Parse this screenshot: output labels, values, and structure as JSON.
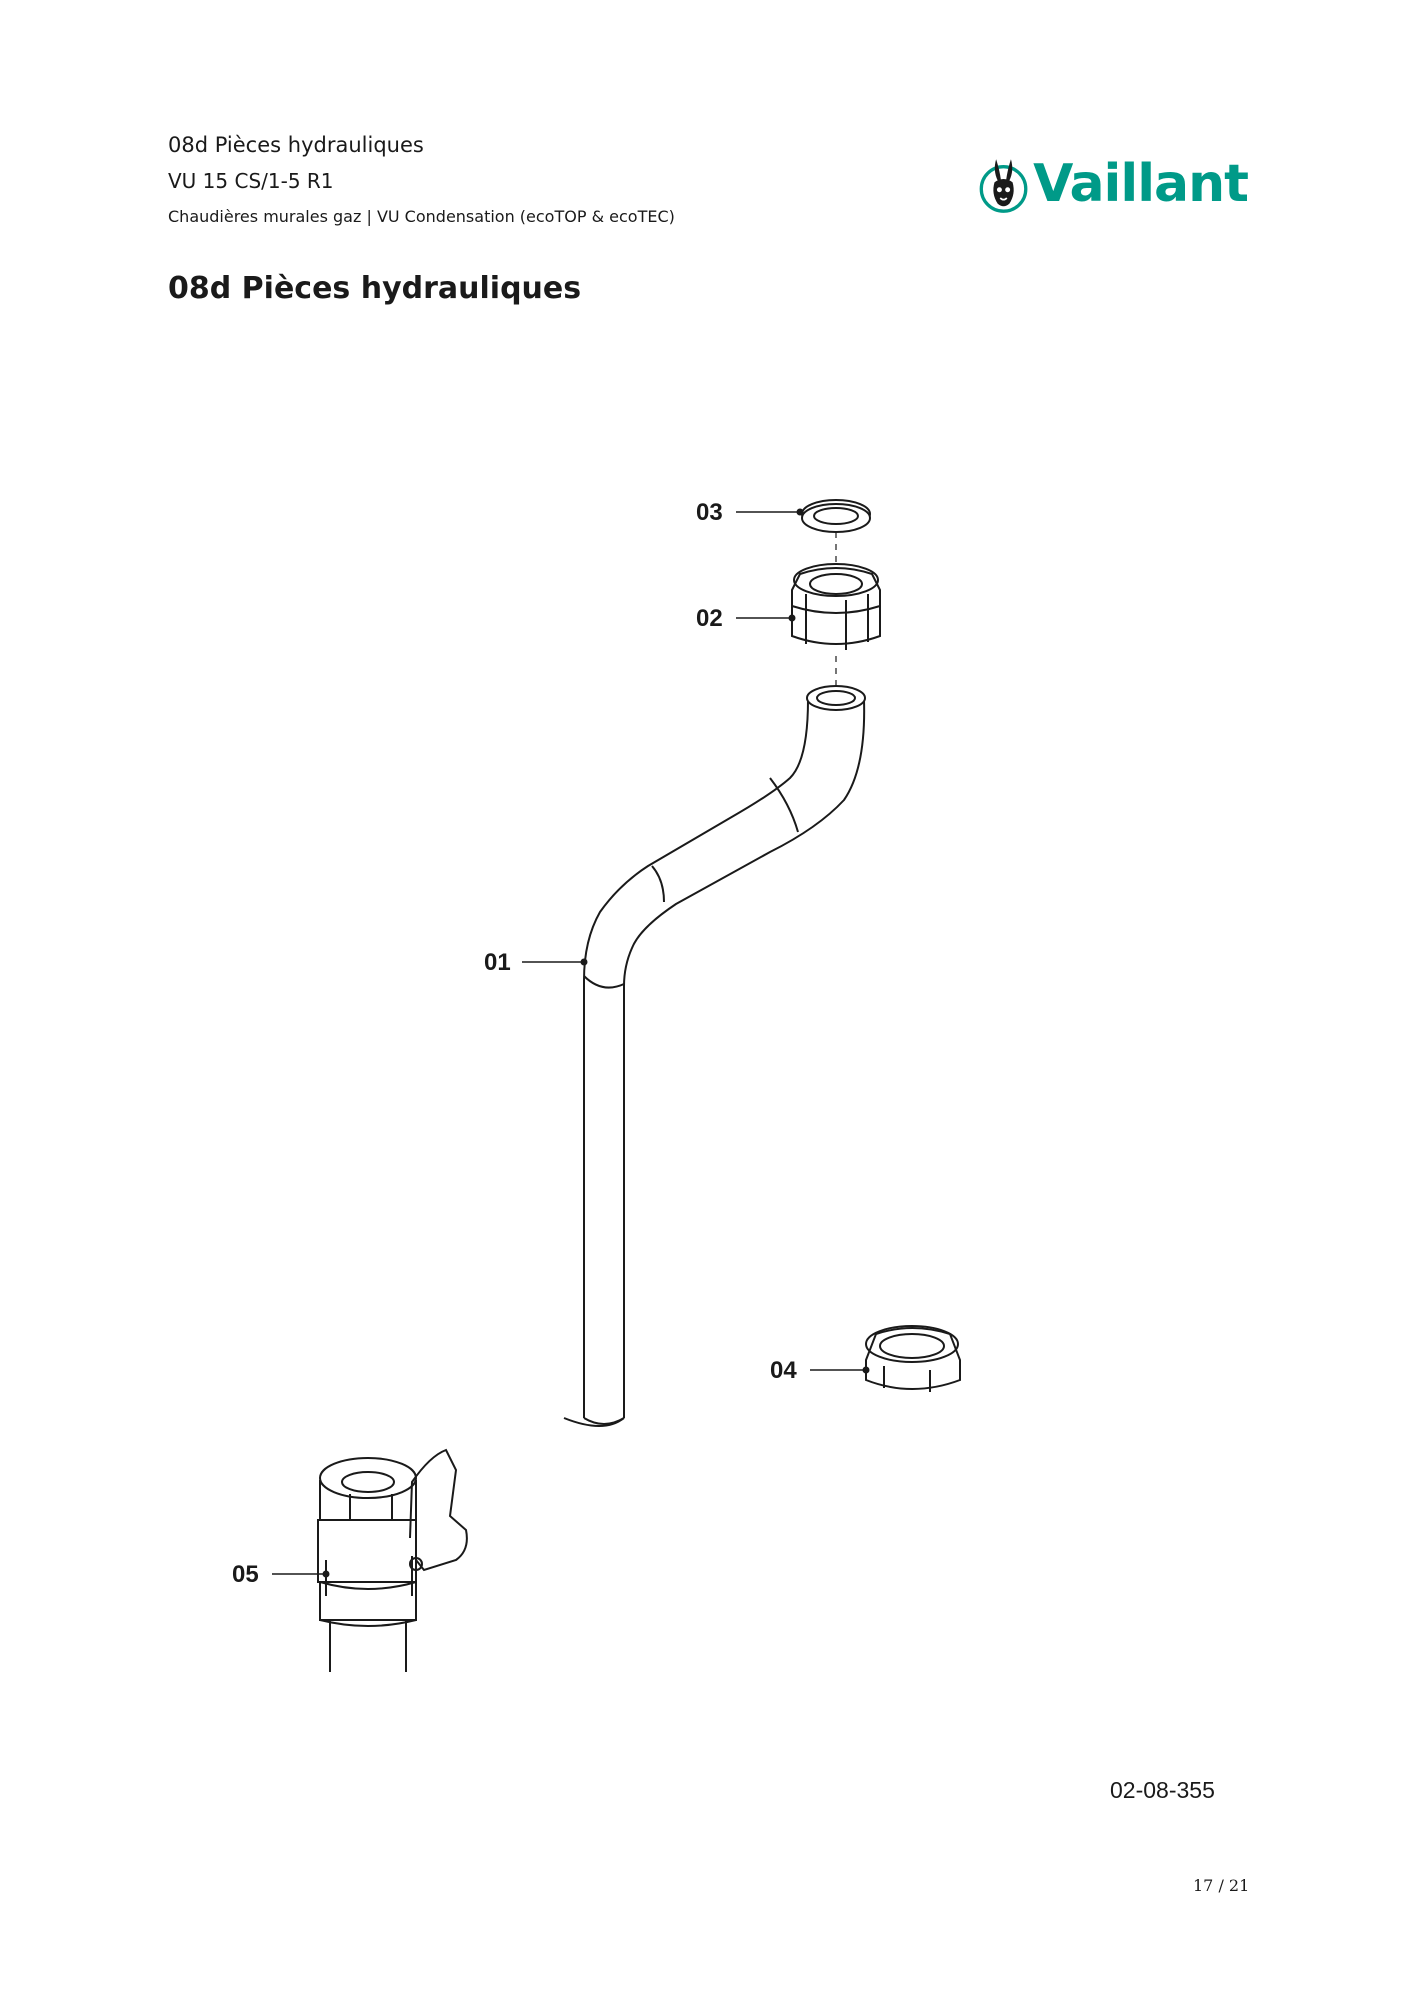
{
  "header": {
    "line1": "08d Pièces hydrauliques",
    "line2": "VU 15 CS/1-5 R1",
    "line3": "Chaudières murales gaz | VU Condensation (ecoTOP & ecoTEC)"
  },
  "brand": {
    "name": "Vaillant",
    "color": "#009a88",
    "icon": "hare-logo-icon"
  },
  "page_title": "08d Pièces hydrauliques",
  "parts": [
    {
      "ref": "01"
    },
    {
      "ref": "02"
    },
    {
      "ref": "03"
    },
    {
      "ref": "04"
    },
    {
      "ref": "05"
    }
  ],
  "drawing_id": "02-08-355",
  "footer": {
    "page": "17 / 21"
  }
}
